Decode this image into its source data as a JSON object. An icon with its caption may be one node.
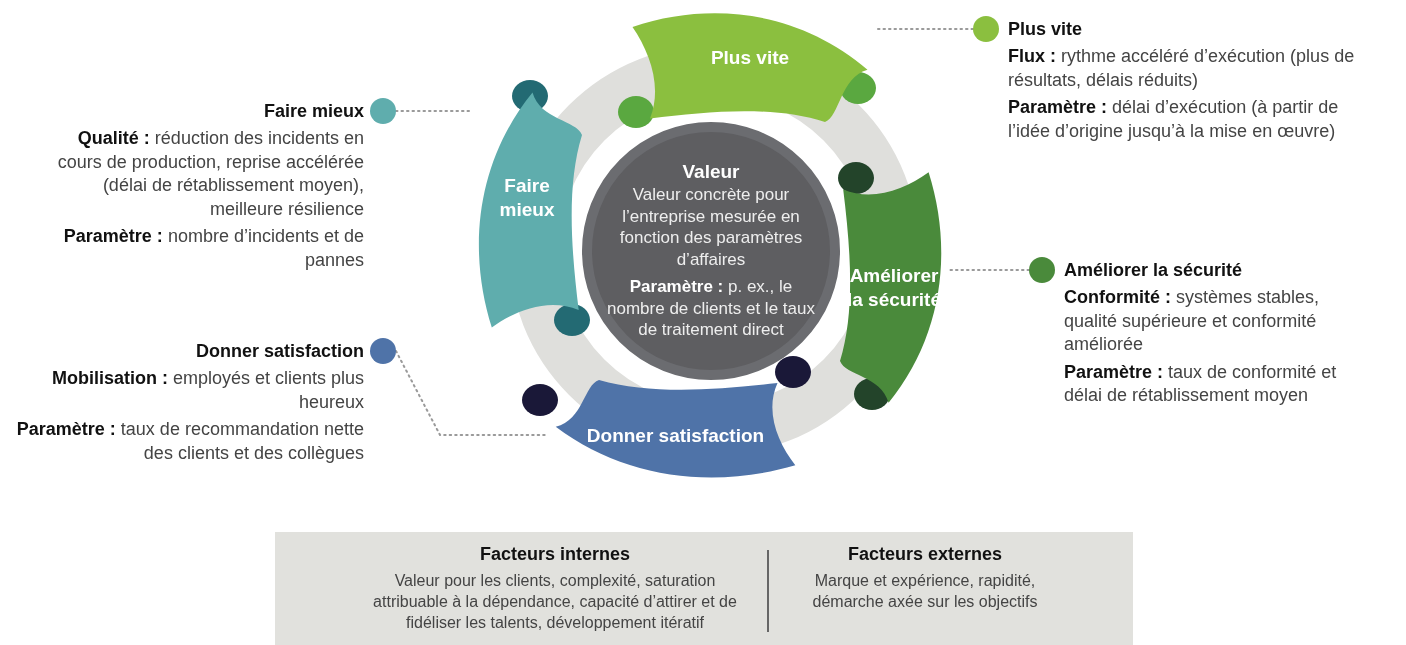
{
  "diagram": {
    "nodes": [
      {
        "text": [
          "Valeur",
          "Valeur concrète pour l’entreprise mesurée en fonction des paramètres d’affaires",
          "**Paramètre :**  p. ex., le nombre de clients et le taux de traitement direct"
        ]
      },
      {
        "text": [
          "Plus vite"
        ]
      },
      {
        "text": [
          "Améliorer la sécurité"
        ]
      },
      {
        "text": [
          "Donner satisfaction"
        ]
      },
      {
        "text": [
          "Faire mieux"
        ]
      },
      {
        "text": [
          "Plus vite",
          "**Flux :** rythme accéléré d’exécution (plus de résultats, délais réduits)",
          "**Paramètre :** délai d’exécution (à partir de l’idée d’origine jusqu’à la mise en œuvre)"
        ]
      },
      {
        "text": [
          "Améliorer la sécurité",
          "**Conformité :** systèmes stables, qualité supérieure et conformité améliorée",
          "**Paramètre :** taux de conformité et délai de rétablissement moyen"
        ]
      },
      {
        "text": [
          "Donner satisfaction",
          "**Mobilisation :** employés et  clients plus heureux",
          "**Paramètre :** taux de recommandation nette des clients et des collègues"
        ]
      },
      {
        "text": [
          "Faire mieux",
          "**Qualité :** réduction des incidents en cours de production, reprise accélérée (délai de rétablissement moyen), meilleure résilience",
          "**Paramètre :** nombre d’incidents et de pannes"
        ]
      },
      {
        "text": [
          "Facteurs internes",
          "Valeur pour les clients, complexité, saturation attribuable à la dépendance, capacité d’attirer et de fidéliser les talents, développement itératif",
          "Facteurs externes",
          "Marque et expérience, rapidité, démarche axée sur les objectifs"
        ]
      }
    ],
    "edges": [
      {
        "from": 5,
        "to": 1,
        "arrow": "none",
        "style": "dashed"
      },
      {
        "from": 6,
        "to": 2,
        "arrow": "none",
        "style": "dashed"
      },
      {
        "from": 7,
        "to": 3,
        "arrow": "none",
        "style": "dashed"
      },
      {
        "from": 8,
        "to": 4,
        "arrow": "none",
        "style": "dashed"
      }
    ]
  }
}
